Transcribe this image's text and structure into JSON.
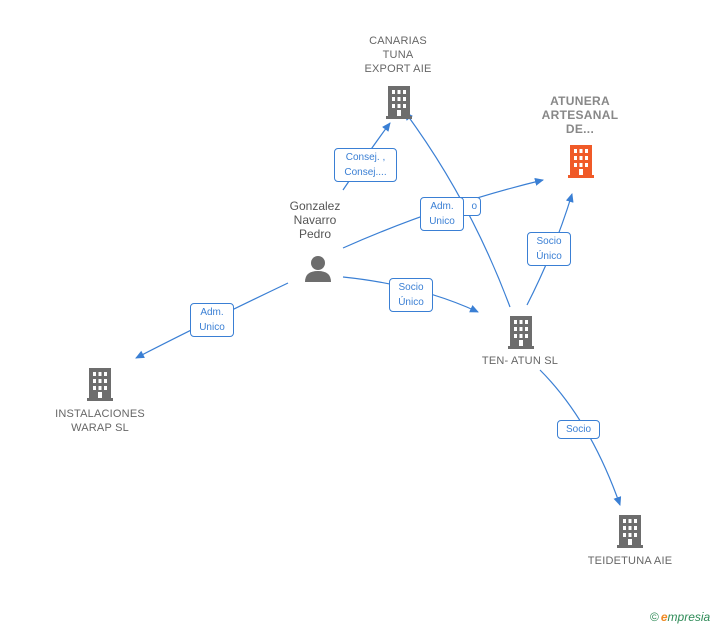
{
  "nodes": {
    "canarias": "CANARIAS\nTUNA\nEXPORT AIE",
    "atunera": "ATUNERA\nARTESANAL\nDE...",
    "person": "Gonzalez\nNavarro\nPedro",
    "tenatun": "TEN- ATUN  SL",
    "instalaciones": "INSTALACIONES\nWARAP  SL",
    "teidetuna": "TEIDETUNA AIE"
  },
  "edges": {
    "consej": "Consej. ,\nConsej....",
    "adm_unico_atunera": "Adm.\nUnico",
    "adm_unico_atunera_hidden": "o",
    "socio_unico_ten": "Socio\nÚnico",
    "adm_unico_inst": "Adm.\nUnico",
    "socio_unico_atunera": "Socio\nÚnico",
    "socio_teide": "Socio"
  },
  "brand": {
    "copyright": "©",
    "e": "e",
    "rest": "mpresia"
  },
  "colors": {
    "edge": "#3a7fd4",
    "building": "#6d6d6d",
    "building_main": "#f05a28",
    "person": "#6d6d6d"
  },
  "icons": {
    "company": "building-icon",
    "main_company": "building-highlight-icon",
    "person": "person-icon"
  }
}
